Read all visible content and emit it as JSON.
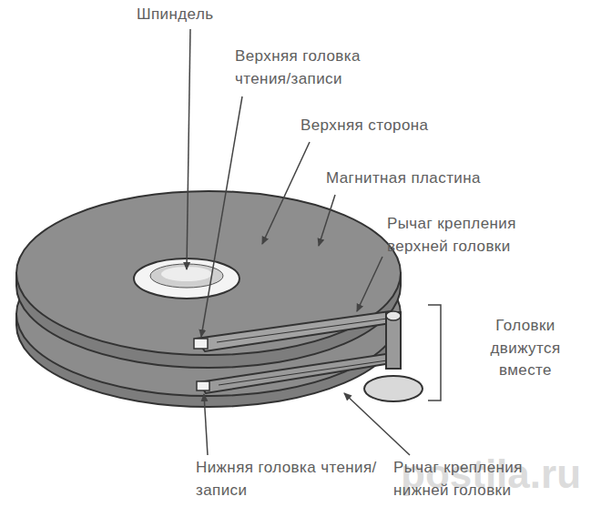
{
  "diagram": {
    "labels": [
      "Шпиндель",
      "Верхняя головка чтения/записи",
      "Верхняя сторона",
      "Магнитная пластина",
      "Рычаг крепления верхней головки",
      "Головки движутся вместе",
      "Нижняя головка чтения/записи",
      "Рычаг крепления нижней головки",
      "postila.ru"
    ]
  }
}
